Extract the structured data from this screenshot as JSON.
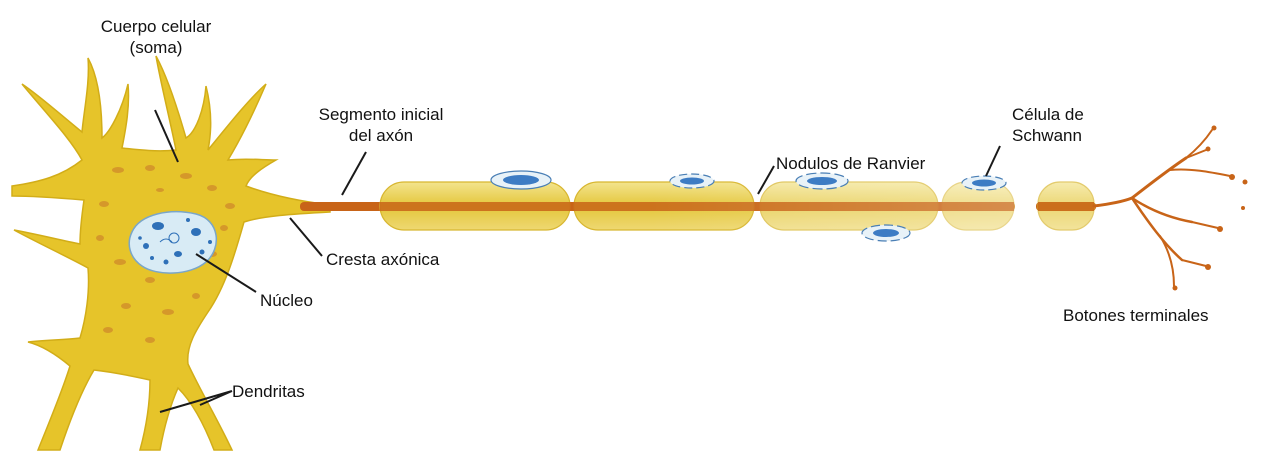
{
  "labels": {
    "cell_body_line1": "Cuerpo celular",
    "cell_body_line2": "(soma)",
    "initial_segment_line1": "Segmento inicial",
    "initial_segment_line2": "del axón",
    "nodes_of_ranvier": "Nodulos de Ranvier",
    "schwann_line1": "Célula de",
    "schwann_line2": "Schwann",
    "axon_hillock": "Cresta axónica",
    "nucleus": "Núcleo",
    "dendrites": "Dendritas",
    "terminal_buttons": "Botones terminales"
  },
  "colors": {
    "cytoplasm": "#e6c42a",
    "cytoplasm_light": "#f1df80",
    "myelin": "#ecd660",
    "axon_core": "#c86418",
    "nucleus_fill": "#d8ebf5",
    "nucleus_dots": "#2e70b8",
    "schwann_nucleus": "#3d7cc4",
    "granules": "#d08a2a",
    "leader_line": "#1a1a1a"
  }
}
